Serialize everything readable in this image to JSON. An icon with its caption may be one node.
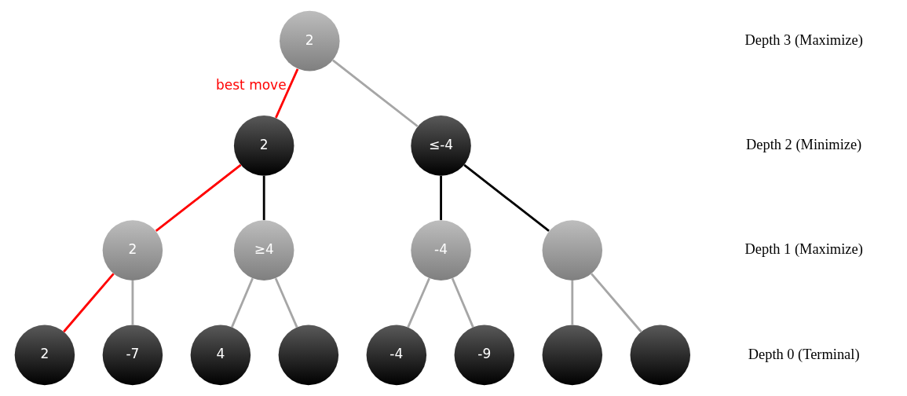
{
  "diagram": {
    "nodes": [
      {
        "text": [
          "2"
        ]
      },
      {
        "text": [
          "2"
        ]
      },
      {
        "text": [
          "≤-4"
        ]
      },
      {
        "text": [
          "2"
        ]
      },
      {
        "text": [
          "≥4"
        ]
      },
      {
        "text": [
          "-4"
        ]
      },
      {
        "text": [],
        "shape": "circle"
      },
      {
        "text": [
          "2"
        ]
      },
      {
        "text": [
          "-7"
        ]
      },
      {
        "text": [
          "4"
        ]
      },
      {
        "text": [],
        "shape": "circle"
      },
      {
        "text": [
          "-4"
        ]
      },
      {
        "text": [
          "-9"
        ]
      },
      {
        "text": [],
        "shape": "circle"
      },
      {
        "text": [],
        "shape": "circle"
      }
    ],
    "edges": [
      {
        "from": 0,
        "to": 1,
        "arrow": "none",
        "label": "best move",
        "color": "#ff0000"
      },
      {
        "from": 0,
        "to": 2,
        "arrow": "none"
      },
      {
        "from": 1,
        "to": 3,
        "arrow": "none",
        "color": "#ff0000"
      },
      {
        "from": 1,
        "to": 4,
        "arrow": "none",
        "color": "#000000"
      },
      {
        "from": 2,
        "to": 5,
        "arrow": "none",
        "color": "#000000"
      },
      {
        "from": 2,
        "to": 6,
        "arrow": "none",
        "color": "#000000"
      },
      {
        "from": 3,
        "to": 7,
        "arrow": "none",
        "color": "#ff0000"
      },
      {
        "from": 3,
        "to": 8,
        "arrow": "none"
      },
      {
        "from": 4,
        "to": 9,
        "arrow": "none"
      },
      {
        "from": 4,
        "to": 10,
        "arrow": "none"
      },
      {
        "from": 5,
        "to": 11,
        "arrow": "none"
      },
      {
        "from": 5,
        "to": 12,
        "arrow": "none"
      },
      {
        "from": 6,
        "to": 13,
        "arrow": "none"
      },
      {
        "from": 6,
        "to": 14,
        "arrow": "none"
      }
    ],
    "labels": [
      "Depth 3 (Maximize)",
      "Depth 2 (Minimize)",
      "Depth 1 (Maximize)",
      "Depth 0 (Terminal)"
    ]
  }
}
